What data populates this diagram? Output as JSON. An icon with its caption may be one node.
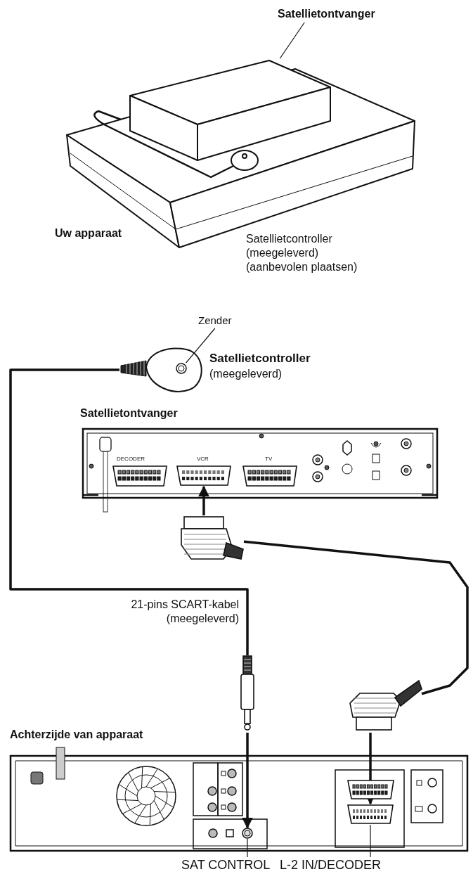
{
  "diagram": {
    "nodes": [
      {
        "text": [
          "Satellietontvanger"
        ]
      },
      {
        "text": [],
        "shape": "box"
      },
      {
        "text": [
          "Zender"
        ]
      },
      {
        "text": [],
        "shape": "picture",
        "beside": [
          "Satellietcontroller",
          "(meegeleverd)"
        ]
      },
      {
        "text": [],
        "shape": "circle",
        "in": 3
      },
      {
        "text": [
          "Satellietontvanger"
        ]
      },
      {
        "text": [],
        "shape": "socket",
        "in": 5
      },
      {
        "text": [],
        "shape": "plug"
      },
      {
        "text": [],
        "shape": "plug"
      },
      {
        "text": [],
        "shape": "plug"
      },
      {
        "text": [
          "Achterzijde van apparaat"
        ]
      },
      {
        "text": [],
        "shape": "circle",
        "in": 10
      },
      {
        "text": [],
        "shape": "socket",
        "in": 10
      },
      {
        "text": [
          "SAT CONTROL"
        ]
      },
      {
        "text": [
          "L-2 IN/DECODER"
        ]
      }
    ],
    "edges": [
      {
        "from": 0,
        "to": 1,
        "arrow": "none"
      },
      {
        "from": 2,
        "to": 4,
        "arrow": "none"
      },
      {
        "from": 7,
        "to": 6,
        "arrow": "to"
      },
      {
        "from": 3,
        "to": 8,
        "arrow": "none"
      },
      {
        "from": 7,
        "to": 9,
        "arrow": "none"
      },
      {
        "from": 8,
        "to": 11,
        "arrow": "to"
      },
      {
        "from": 9,
        "to": 12,
        "arrow": "to"
      },
      {
        "from": 13,
        "to": 11,
        "arrow": "none"
      },
      {
        "from": 14,
        "to": 12,
        "arrow": "none"
      }
    ],
    "labels": [
      "Uw apparaat",
      "Satellietcontroller (meegeleverd) (aanbevolen plaatsen)",
      "DECODER",
      "VCR",
      "TV",
      "21-pins SCART-kabel (meegeleverd)"
    ]
  }
}
